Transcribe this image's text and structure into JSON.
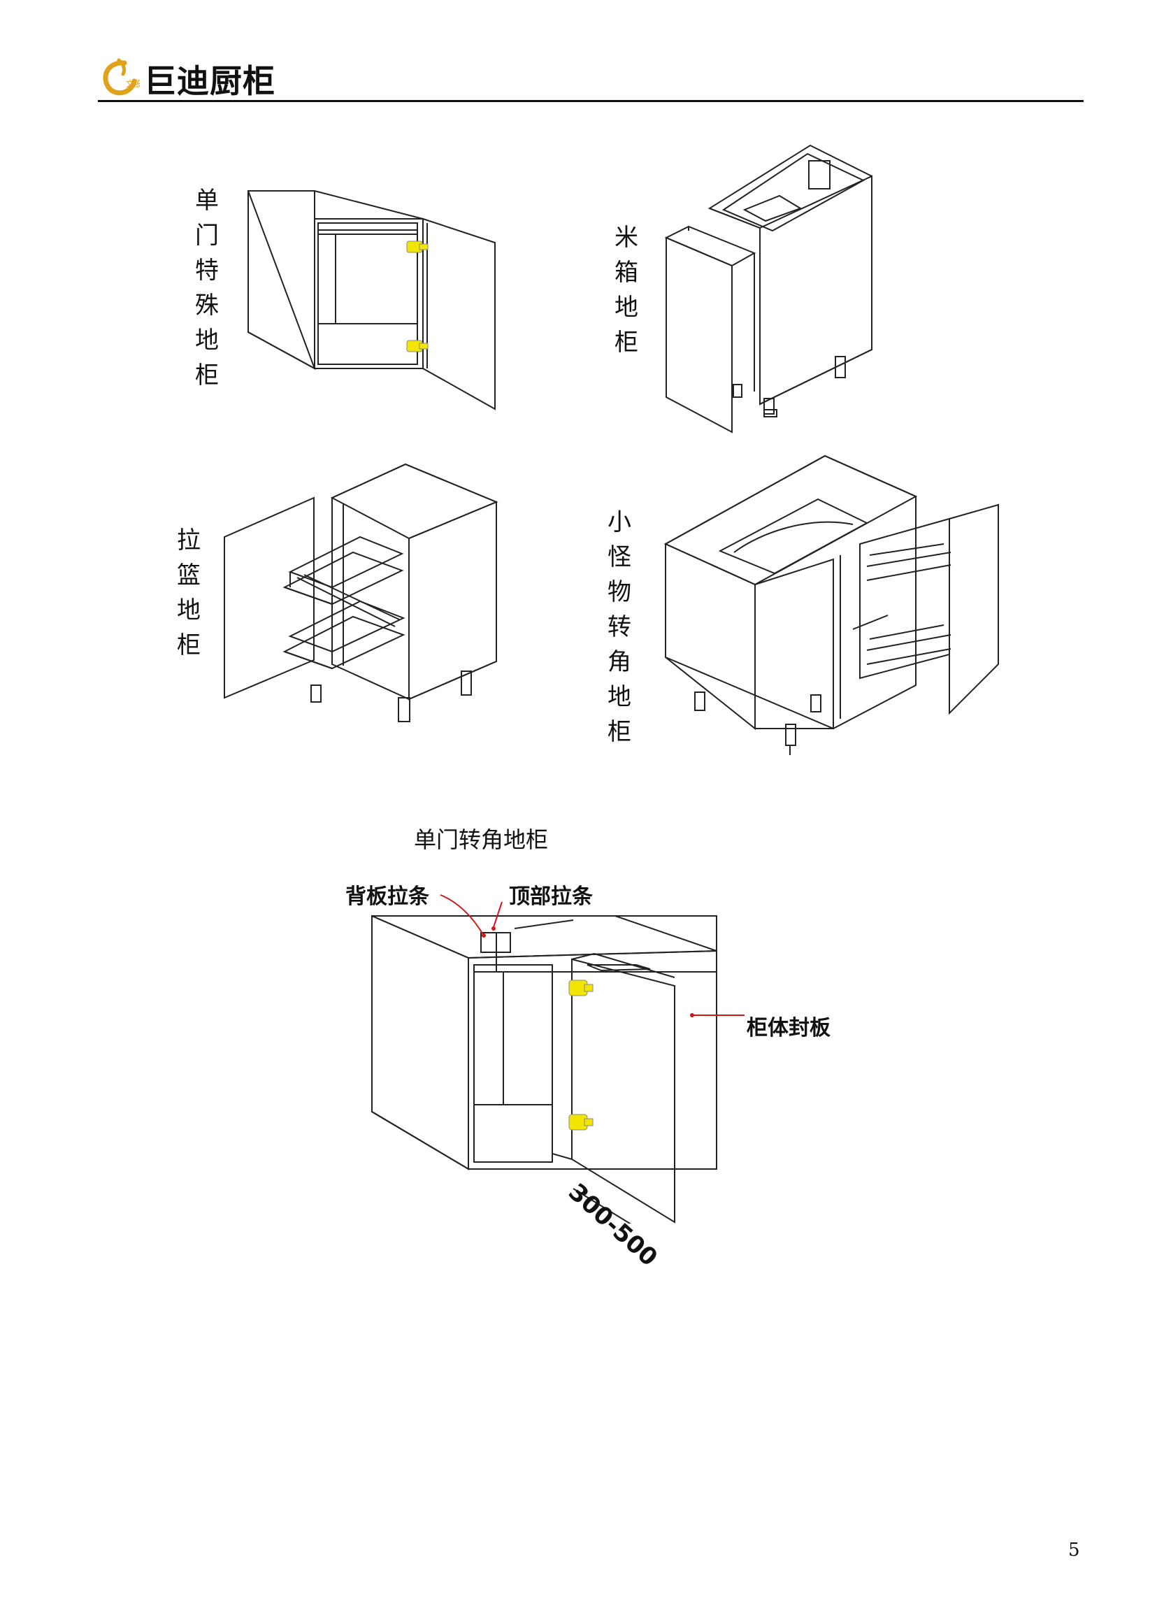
{
  "header": {
    "logo_small_text": "文股",
    "brand": "巨迪厨柜"
  },
  "cabinets": {
    "single_door_special": "单门特殊地柜",
    "rice_box": "米箱地柜",
    "pull_basket": "拉篮地柜",
    "little_monster_corner": "小怪物转角地柜"
  },
  "corner_cabinet": {
    "title": "单门转角地柜",
    "label_back_strip": "背板拉条",
    "label_top_strip": "顶部拉条",
    "label_side_panel": "柜体封板",
    "dimension": "300-500"
  },
  "page_number": "5",
  "colors": {
    "line": "#222222",
    "hinge": "#f2e600",
    "callout_dot": "#d01818"
  }
}
